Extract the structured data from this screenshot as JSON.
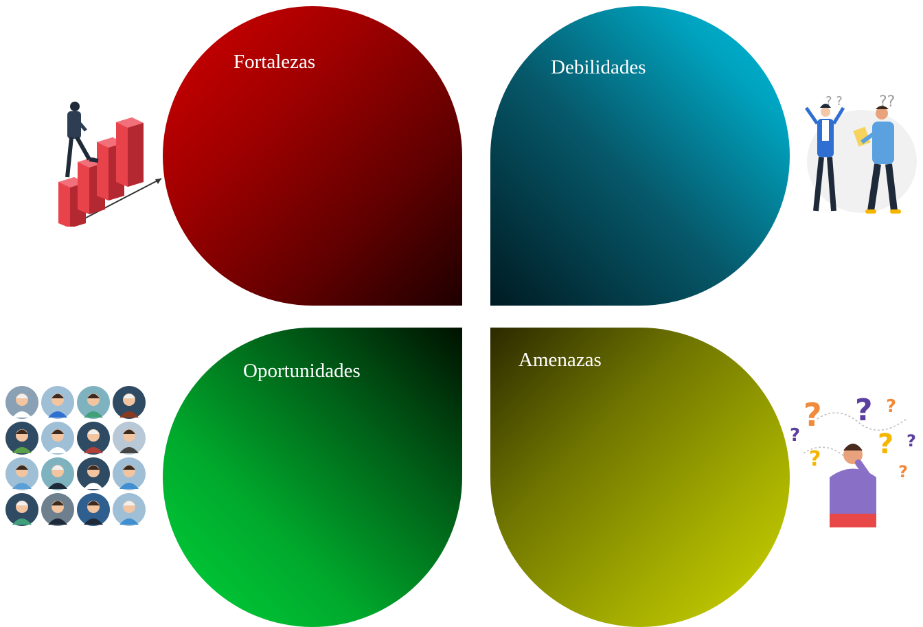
{
  "swot": {
    "strengths": {
      "label": "Fortalezas",
      "color": "#c00000"
    },
    "weaknesses": {
      "label": "Debilidades",
      "color": "#00b0c8"
    },
    "opportunities": {
      "label": "Oportunidades",
      "color": "#00c030"
    },
    "threats": {
      "label": "Amenazas",
      "color": "#c8cc00"
    }
  },
  "illustrations": {
    "strengths": "businessman-climbing-bar-chart-icon",
    "weaknesses": "confused-people-question-marks-icon",
    "opportunities": "professions-avatar-grid-icon",
    "threats": "thinking-man-question-marks-icon"
  }
}
